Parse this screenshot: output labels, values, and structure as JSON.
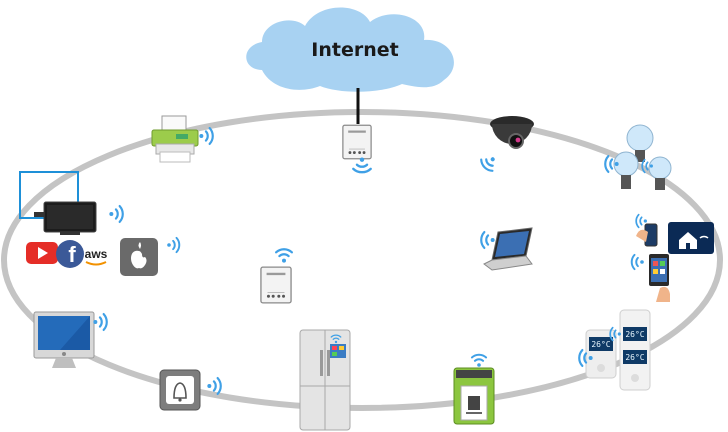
{
  "cloud": {
    "label": "Internet",
    "color": "#a8d2f2"
  },
  "ring": {
    "color": "#c4c4c4"
  },
  "wifi_color": "#3fa0e6",
  "thermostats": {
    "values": [
      "26°C",
      "26°C",
      "26°C"
    ]
  },
  "logos": {
    "aws": "aws",
    "facebook": "f"
  },
  "devices": [
    {
      "name": "printer",
      "icon": "printer-icon"
    },
    {
      "name": "router-top",
      "icon": "router-icon"
    },
    {
      "name": "dome-camera",
      "icon": "camera-icon"
    },
    {
      "name": "smart-bulbs",
      "icon": "bulb-icon"
    },
    {
      "name": "smart-home-tablet",
      "icon": "tablet-icon"
    },
    {
      "name": "thermostats",
      "icon": "thermostat-icon"
    },
    {
      "name": "coffee-machine",
      "icon": "coffee-machine-icon"
    },
    {
      "name": "refrigerator",
      "icon": "fridge-icon"
    },
    {
      "name": "doorbell",
      "icon": "bell-icon"
    },
    {
      "name": "imac",
      "icon": "imac-icon"
    },
    {
      "name": "smart-tv",
      "icon": "tv-icon"
    },
    {
      "name": "apple-tv",
      "icon": "apple-icon"
    },
    {
      "name": "router-center",
      "icon": "router-icon"
    },
    {
      "name": "laptop",
      "icon": "laptop-icon"
    }
  ]
}
